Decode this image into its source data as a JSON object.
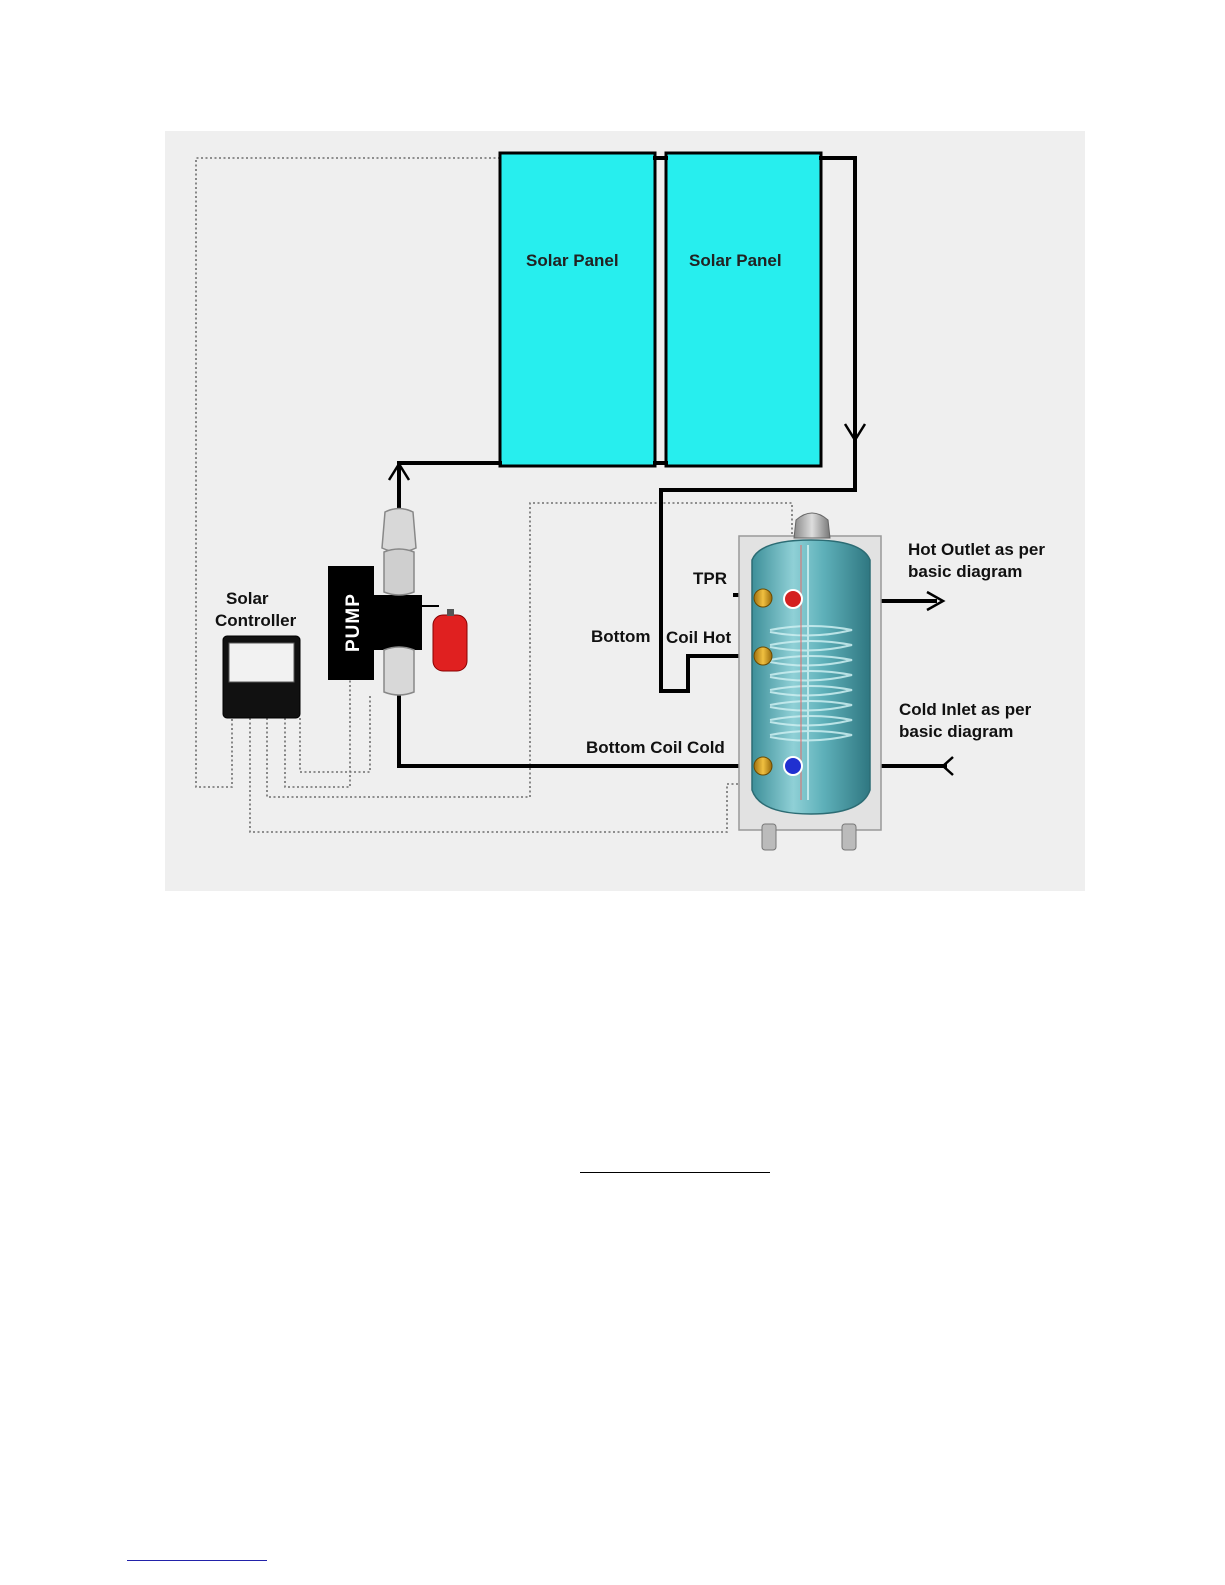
{
  "labels": {
    "solar_panel_1": "Solar Panel",
    "solar_panel_2": "Solar Panel",
    "solar_controller_line1": "Solar",
    "solar_controller_line2": "Controller",
    "pump": "PUMP",
    "tpr": "TPR",
    "bottom_coil_hot_a": "Bottom",
    "bottom_coil_hot_b": "Coil Hot",
    "bottom_coil_cold": "Bottom Coil Cold",
    "hot_outlet_line1": "Hot Outlet as per",
    "hot_outlet_line2": "basic diagram",
    "cold_inlet_line1": "Cold Inlet as per",
    "cold_inlet_line2": "basic diagram"
  },
  "colors": {
    "panel_fill": "#27eeee",
    "background": "#efefef",
    "expansion_vessel": "#e02020",
    "hot_port": "#d42020",
    "cold_port": "#2030d0",
    "tank_body": "#4aa3ad"
  }
}
